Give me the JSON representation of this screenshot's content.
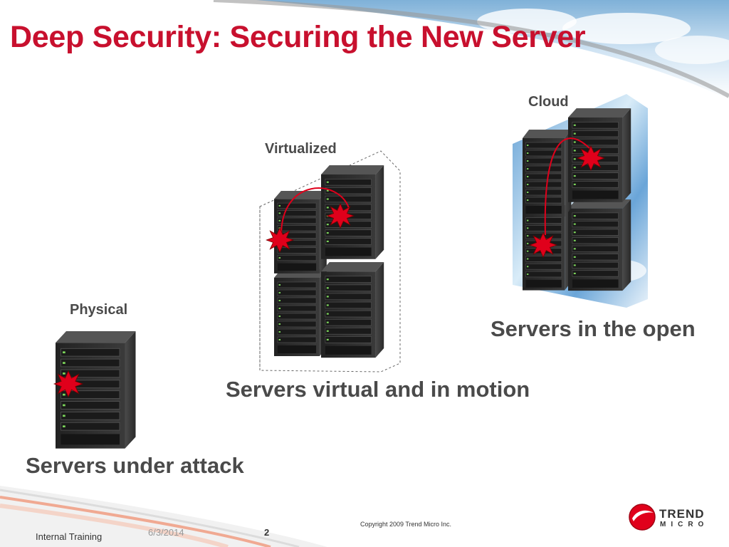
{
  "slide": {
    "title": "Deep Security: Securing the New Server"
  },
  "labels": {
    "physical": "Physical",
    "virtualized": "Virtualized",
    "cloud": "Cloud"
  },
  "captions": {
    "physical": "Servers under attack",
    "virtual": "Servers virtual and in motion",
    "cloud": "Servers in the open"
  },
  "footer": {
    "left": "Internal Training",
    "date": "6/3/2014",
    "page": "2",
    "copyright": "Copyright 2009   Trend Micro Inc."
  },
  "logo": {
    "line1": "TREND",
    "line2": "MICRO"
  },
  "colors": {
    "title": "#c8102e",
    "text": "#4a4a4a",
    "attack": "#e0001b",
    "server": "#2b2b2b"
  },
  "icons": {
    "server": "server-rack-icon",
    "attack": "attack-burst-icon"
  }
}
